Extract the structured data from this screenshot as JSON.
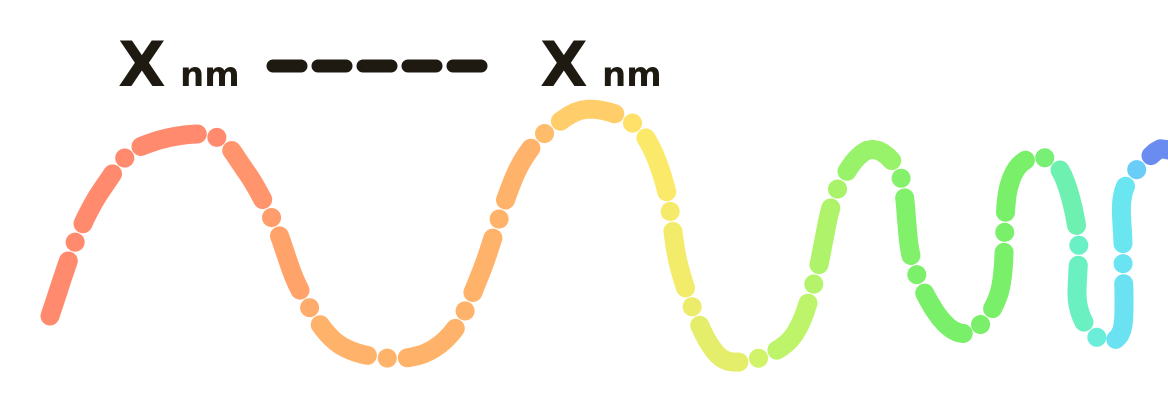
{
  "labels": {
    "left": {
      "symbol": "X",
      "subscript": "nm"
    },
    "right": {
      "symbol": "X",
      "subscript": "nm"
    }
  },
  "connector_color": "#1e1a12",
  "wave_colors": {
    "start": "#ff8a6e",
    "orange": "#ffb26a",
    "yellow": "#ffe86a",
    "lime": "#c8f56a",
    "green": "#7af06a",
    "aqua": "#6af0c8",
    "cyan": "#6ae8f0",
    "blue": "#6ab8ff",
    "end": "#6a8cf0"
  }
}
